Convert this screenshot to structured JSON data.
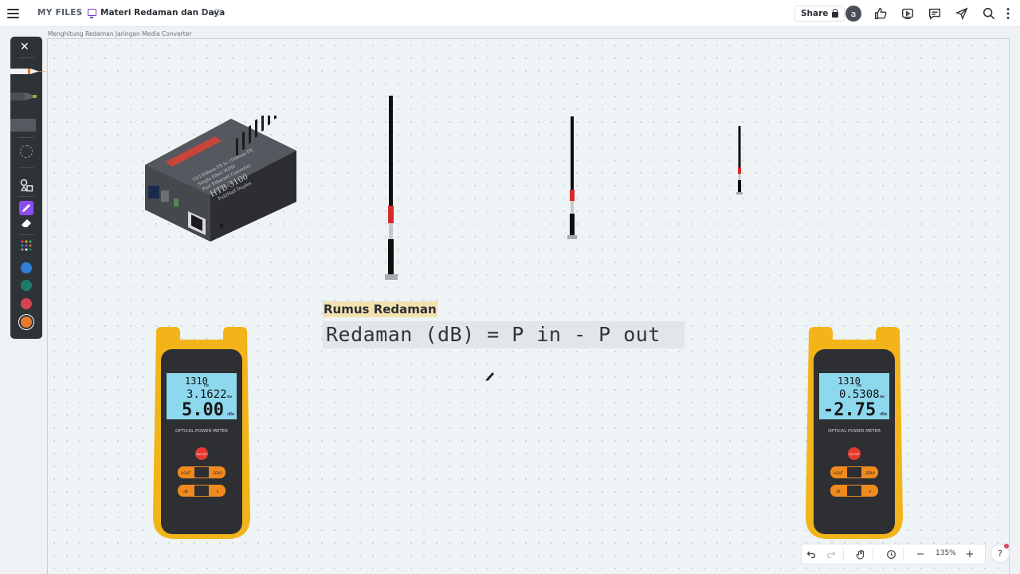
{
  "topbar": {
    "root_label": "MY FILES",
    "separator": "/",
    "board_title": "Materi Redaman dan Daya",
    "share_label": "Share",
    "avatar_initial": "a"
  },
  "canvas": {
    "frame_label": "Menghitung Redaman Jaringan Media Converter",
    "formula_heading": "Rumus Redaman",
    "formula_text": "Redaman (dB) = P in - P out"
  },
  "media_converter": {
    "label_lines": [
      "10/100Base-TX to 100Base-FX",
      "Single Fiber WDM",
      "Fast Ethernet Converter",
      "HTB-3100",
      "Full/Half Duplex"
    ]
  },
  "meter_left": {
    "wavelength": "1310",
    "wavelength_unit": "nm",
    "power_mw": "3.1622",
    "power_mw_unit": "mw",
    "power_dbm": "5.00",
    "power_dbm_unit": "dBm",
    "model_label": "OPTICAL POWER METER",
    "btn_light": "LIGHT",
    "btn_zero": "ZERO",
    "btn_db": "dB",
    "btn_lambda": "λ",
    "btn_power": "ON OFF"
  },
  "meter_right": {
    "wavelength": "1310",
    "wavelength_unit": "nm",
    "power_mw": "0.5308",
    "power_mw_unit": "mw",
    "power_dbm": "-2.75",
    "power_dbm_unit": "dBm",
    "model_label": "OPTICAL POWER METER",
    "btn_light": "LIGHT",
    "btn_zero": "ZERO",
    "btn_db": "dB",
    "btn_lambda": "λ",
    "btn_power": "ON OFF"
  },
  "toolbar_colors": {
    "rail_bg": "#2e3338",
    "active_tool": "#8a4df0",
    "swatches": [
      "#2f7fd6",
      "#1f7a6a",
      "#d44452",
      "#e77a2e"
    ]
  },
  "zoom": {
    "level": "135%",
    "minus": "−",
    "plus": "+",
    "help": "?"
  }
}
